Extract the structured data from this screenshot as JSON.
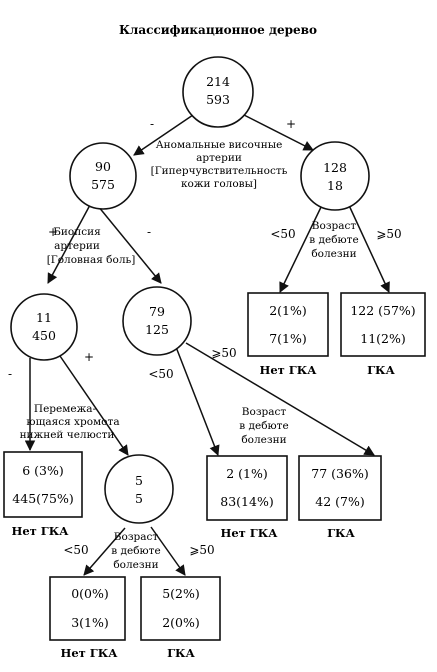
{
  "title": "Классификационное дерево",
  "colors": {
    "ink": "#111111",
    "background": "#ffffff"
  },
  "nodes": {
    "root": {
      "top": "214",
      "bottom": "593"
    },
    "n90": {
      "top": "90",
      "bottom": "575"
    },
    "n128": {
      "top": "128",
      "bottom": "18"
    },
    "n11": {
      "top": "11",
      "bottom": "450"
    },
    "n79": {
      "top": "79",
      "bottom": "125"
    },
    "n5": {
      "top": "5",
      "bottom": "5"
    }
  },
  "leaves": {
    "l128a": {
      "top": "2(1%)",
      "bottom": "7(1%)"
    },
    "l128b": {
      "top": "122 (57%)",
      "bottom": "11(2%)"
    },
    "l11": {
      "top": "6 (3%)",
      "bottom": "445(75%)"
    },
    "l79a": {
      "top": "2 (1%)",
      "bottom": "83(14%)"
    },
    "l79b": {
      "top": "77 (36%)",
      "bottom": "42 (7%)"
    },
    "l5a": {
      "top": "0(0%)",
      "bottom": "3(1%)"
    },
    "l5b": {
      "top": "5(2%)",
      "bottom": "2(0%)"
    }
  },
  "split_labels": {
    "temporal_arteries": [
      "Аномальные височные",
      "артерии",
      "[Гиперчувствительность",
      "кожи головы]"
    ],
    "biopsy": [
      "Биопсия",
      "артерии",
      "[Головная боль]"
    ],
    "age_onset": [
      "Возраст",
      "в дебюте",
      "болезни"
    ],
    "claudication": [
      "Перемежа-",
      "ющаяся хромота",
      "нижней челюсти"
    ]
  },
  "signs": {
    "minus": "-",
    "plus": "+",
    "lt50": "<50",
    "ge50": "⩾50"
  },
  "classes": {
    "no_gca": "Нет ГКА",
    "gca": "ГКА"
  }
}
